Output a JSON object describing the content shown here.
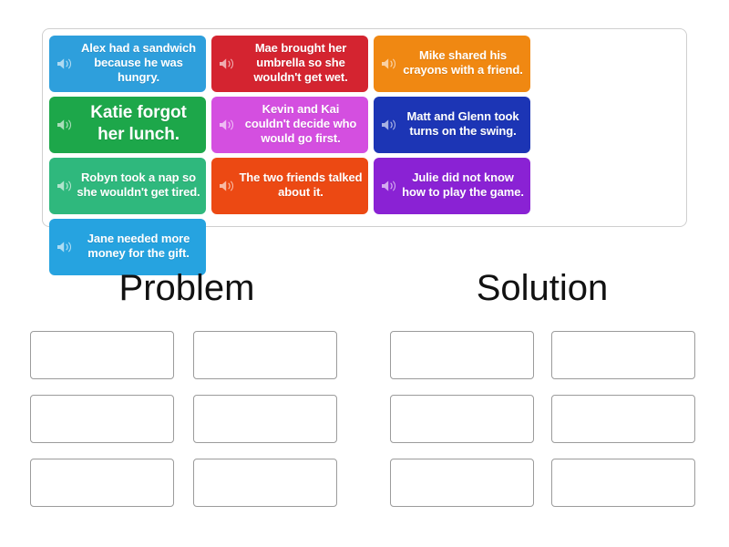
{
  "activity": {
    "type": "drag-and-drop-sorting",
    "speaker_icon": "speaker-icon"
  },
  "word_bank": {
    "cards": [
      {
        "text": "Alex had a sandwich because he was hungry.",
        "color": "#2e9fdc",
        "size": "normal"
      },
      {
        "text": "Mae brought her umbrella so she wouldn't get wet.",
        "color": "#d42430",
        "size": "normal"
      },
      {
        "text": "Mike shared his crayons with a friend.",
        "color": "#f08812",
        "size": "normal"
      },
      {
        "text": "Katie forgot her lunch.",
        "color": "#1da74a",
        "size": "big"
      },
      {
        "text": "Kevin and Kai couldn't decide who would go first.",
        "color": "#d44fe0",
        "size": "normal"
      },
      {
        "text": "Matt and Glenn took turns on the swing.",
        "color": "#1c35b5",
        "size": "normal"
      },
      {
        "text": "Robyn took a nap so she wouldn't get tired.",
        "color": "#2fb87d",
        "size": "normal"
      },
      {
        "text": "The two friends talked about it.",
        "color": "#ec4913",
        "size": "normal"
      },
      {
        "text": "Julie did not know how to play the game.",
        "color": "#8a22d4",
        "size": "normal"
      },
      {
        "text": "Jane needed more money for the gift.",
        "color": "#26a3e0",
        "size": "normal"
      }
    ]
  },
  "columns": [
    {
      "title": "Problem",
      "slots": [
        "",
        "",
        "",
        "",
        "",
        ""
      ]
    },
    {
      "title": "Solution",
      "slots": [
        "",
        "",
        "",
        "",
        "",
        ""
      ]
    }
  ]
}
